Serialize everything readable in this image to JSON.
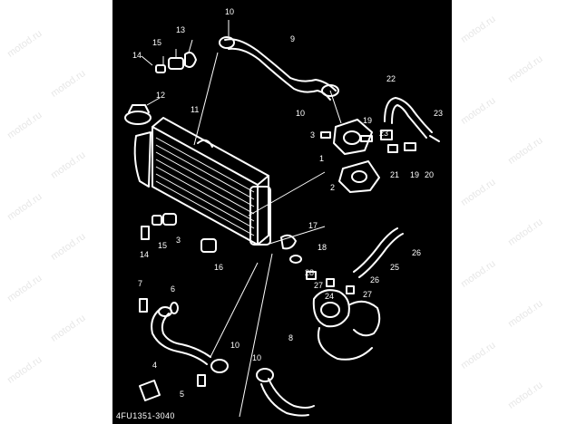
{
  "diagram": {
    "watermark": "motod.ru",
    "part_code": "4FU1351-3040",
    "colors": {
      "background": "#000000",
      "lines": "#ffffff",
      "margin": "#ffffff",
      "watermark": "#e7e7e7"
    },
    "callouts": [
      "1",
      "2",
      "3",
      "4",
      "5",
      "6",
      "7",
      "8",
      "9",
      "10",
      "11",
      "12",
      "13",
      "14",
      "15",
      "16",
      "17",
      "18",
      "19",
      "20",
      "21",
      "22",
      "23",
      "24",
      "25",
      "26",
      "27",
      "28"
    ],
    "components": [
      "radiator",
      "radiator-cap",
      "upper-hose",
      "lower-hose",
      "thermostat-housing",
      "thermostat",
      "water-pump",
      "breather-hose",
      "hose-clamp",
      "bolt",
      "grommet",
      "collar"
    ]
  }
}
